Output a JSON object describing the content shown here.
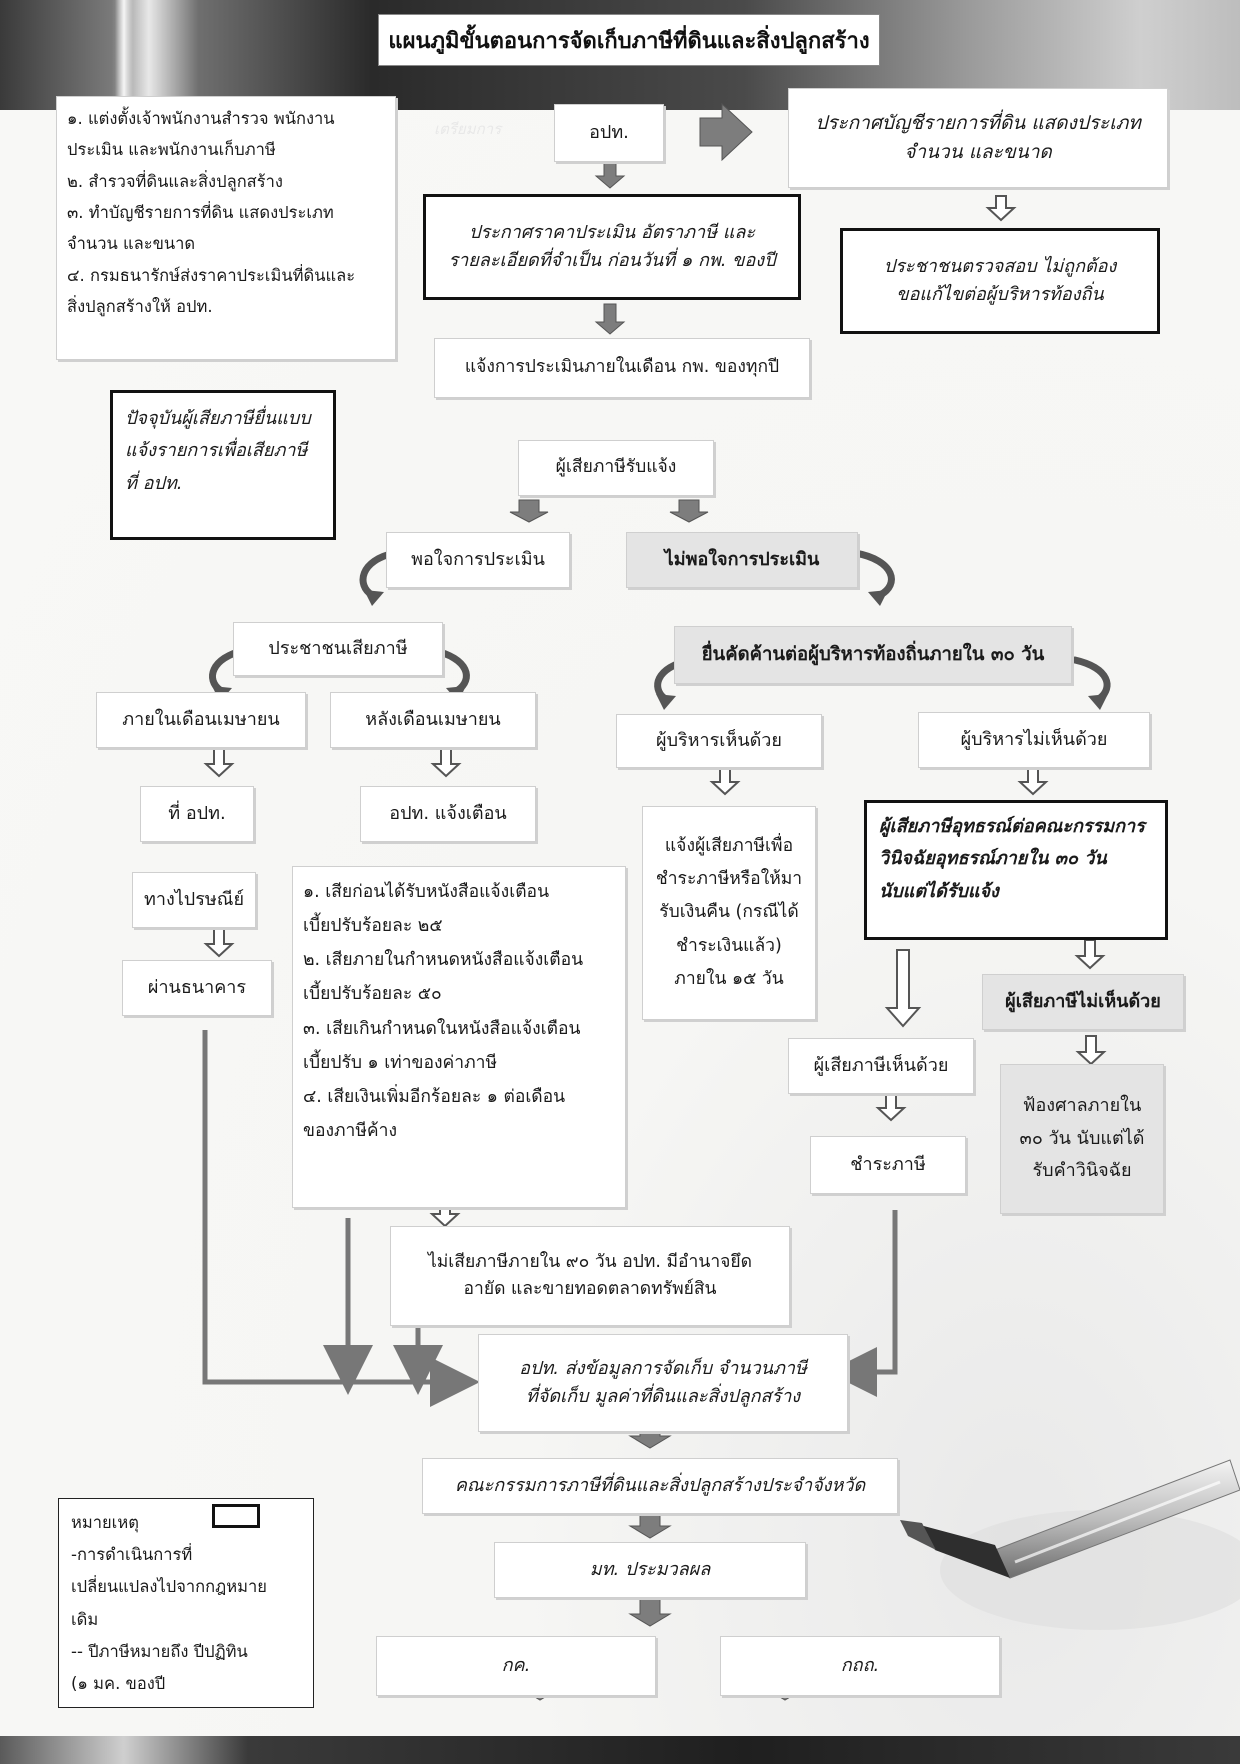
{
  "title": "แผนภูมิขั้นตอนการจัดเก็บภาษีที่ดินและสิ่งปลูกสร้าง",
  "prep_label": "เตรียมการ",
  "aporpor_top": "อปท.",
  "prep_steps": [
    "๑. แต่งตั้งเจ้าพนักงานสำรวจ พนักงาน",
    "ประเมิน และพนักงานเก็บภาษี",
    "๒. สำรวจที่ดินและสิ่งปลูกสร้าง",
    "๓. ทำบัญชีรายการที่ดิน แสดงประเภท",
    "จำนวน และขนาด",
    "๔. กรมธนารักษ์ส่งราคาประเมินที่ดินและ",
    "สิ่งปลูกสร้างให้ อปท."
  ],
  "announce_list": [
    "ประกาศบัญชีรายการที่ดิน แสดงประเภท",
    "จำนวน และขนาด"
  ],
  "public_check": [
    "ประชาชนตรวจสอบ ไม่ถูกต้อง",
    "ขอแก้ไขต่อผู้บริหารท้องถิ่น"
  ],
  "announce_rate": [
    "ประกาศราคาประเมิน อัตราภาษี และ",
    "รายละเอียดที่จำเป็น ก่อนวันที่ ๑ กพ. ของปี"
  ],
  "notify_assess": "แจ้งการประเมินภายในเดือน กพ. ของทุกปี",
  "self_file": [
    "ปัจจุบันผู้เสียภาษียื่นแบบ",
    "แจ้งรายการเพื่อเสียภาษี",
    "ที่ อปท."
  ],
  "taxpayer_notified": "ผู้เสียภาษีรับแจ้ง",
  "satisfied": "พอใจการประเมิน",
  "unsatisfied": "ไม่พอใจการประเมิน",
  "people_pay": "ประชาชนเสียภาษี",
  "within_april": "ภายในเดือนเมษายน",
  "after_april": "หลังเดือนเมษายน",
  "at_aporpor": "ที่ อปท.",
  "aporpor_notify": "อปท. แจ้งเตือน",
  "by_post": "ทางไปรษณีย์",
  "via_bank": "ผ่านธนาคาร",
  "penalties": [
    "๑. เสียก่อนได้รับหนังสือแจ้งเตือน",
    "เบี้ยปรับร้อยละ ๒๕",
    "๒. เสียภายในกำหนดหนังสือแจ้งเตือน",
    "เบี้ยปรับร้อยละ ๕๐",
    "๓. เสียเกินกำหนดในหนังสือแจ้งเตือน",
    "เบี้ยปรับ ๑ เท่าของค่าภาษี",
    "๔. เสียเงินเพิ่มอีกร้อยละ ๑ ต่อเดือน",
    "ของภาษีค้าง"
  ],
  "seize": [
    "ไม่เสียภาษีภายใน ๙๐ วัน อปท. มีอำนาจยึด",
    "อายัด และขายทอดตลาดทรัพย์สิน"
  ],
  "objection": "ยื่นคัดค้านต่อผู้บริหารท้องถิ่นภายใน ๓๐ วัน",
  "exec_agree": "ผู้บริหารเห็นด้วย",
  "exec_disagree": "ผู้บริหารไม่เห็นด้วย",
  "refund": [
    "แจ้งผู้เสียภาษีเพื่อ",
    "ชำระภาษีหรือให้มา",
    "รับเงินคืน (กรณีได้",
    "ชำระเงินแล้ว)",
    "ภายใน ๑๕ วัน"
  ],
  "appeal": [
    "ผู้เสียภาษีอุทธรณ์ต่อคณะกรรมการ",
    "วินิจฉัยอุทธรณ์ภายใน ๓๐ วัน",
    "นับแต่ได้รับแจ้ง"
  ],
  "taxpayer_agree": "ผู้เสียภาษีเห็นด้วย",
  "taxpayer_disagree": "ผู้เสียภาษีไม่เห็นด้วย",
  "pay_tax": "ชำระภาษี",
  "court": [
    "ฟ้องศาลภายใน",
    "๓๐ วัน นับแต่ได้",
    "รับคำวินิจฉัย"
  ],
  "send_data": [
    "อปท. ส่งข้อมูลการจัดเก็บ จำนวนภาษี",
    "ที่จัดเก็บ มูลค่าที่ดินและสิ่งปลูกสร้าง"
  ],
  "provincial_committee": "คณะกรรมการภาษีที่ดินและสิ่งปลูกสร้างประจำจังหวัด",
  "moi": "มท. ประมวลผล",
  "kor_kor": "กค.",
  "kor_kor_thor": "กถถ.",
  "legend": {
    "title": "หมายเหตุ",
    "lines": [
      "-การดำเนินการที่",
      "เปลี่ยนแปลงไปจากกฎหมาย",
      "เดิม",
      "-- ปีภาษีหมายถึง ปีปฏิทิน",
      "(๑ มค. ของปี"
    ]
  },
  "colors": {
    "arrow_fill": "#7d7d7d",
    "arrow_stroke": "#555555",
    "gray_box": "#e4e4e4",
    "thick_border": "#111111"
  },
  "icons": [
    "right-arrow-icon",
    "down-arrow-icon",
    "curved-arrow-icon",
    "fountain-pen-icon"
  ]
}
